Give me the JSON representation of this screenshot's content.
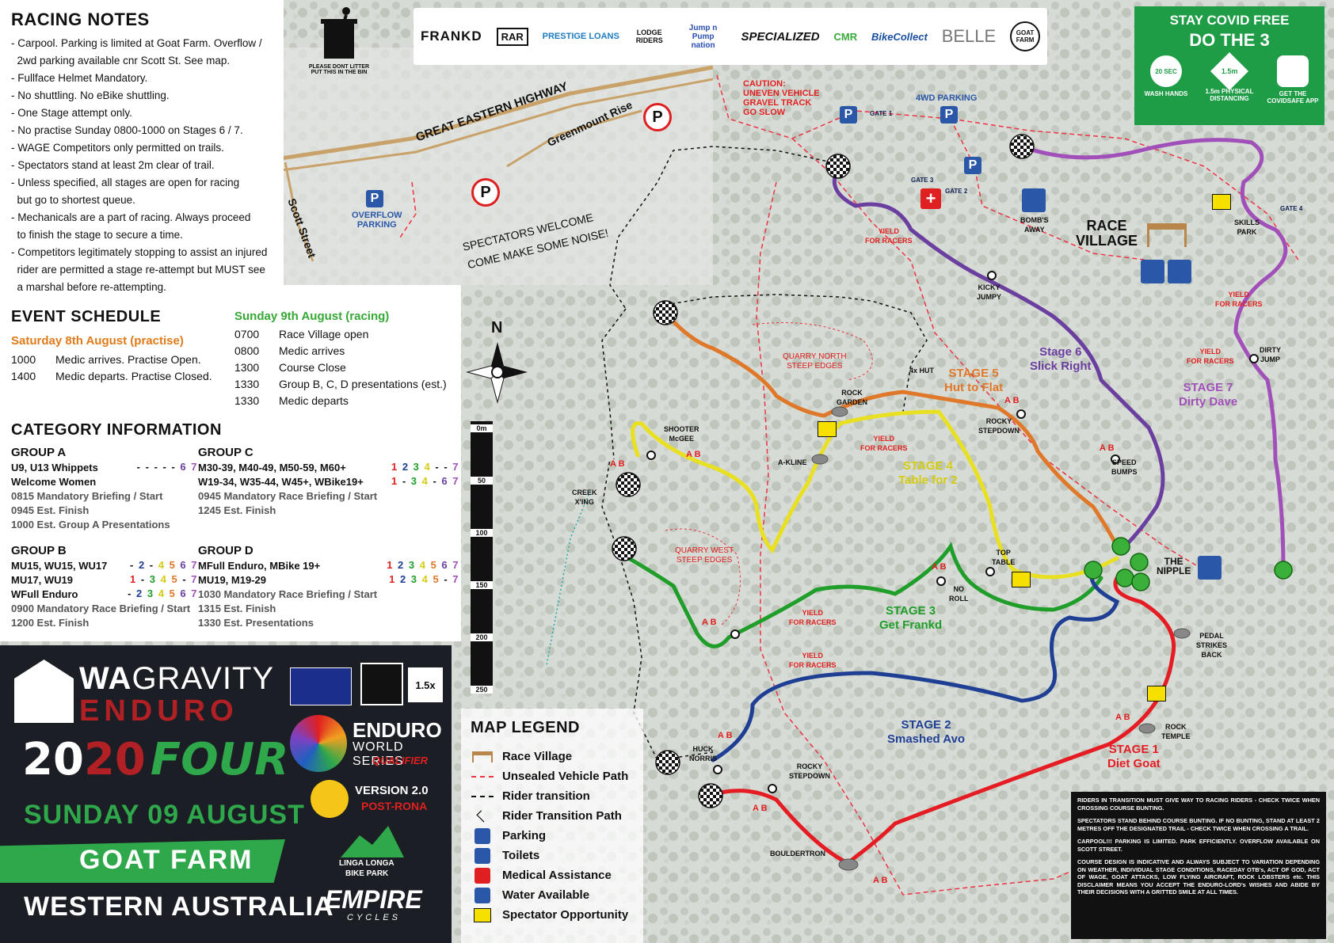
{
  "racing_notes": {
    "title": "RACING NOTES",
    "items": [
      "- Carpool. Parking is limited at Goat Farm. Overflow /",
      "  2wd parking available cnr Scott St. See map.",
      "- Fullface Helmet Mandatory.",
      "- No shuttling. No eBike shuttling.",
      "- One Stage attempt only.",
      "- No practise Sunday 0800-1000 on Stages 6 / 7.",
      "- WAGE Competitors only permitted on trails.",
      "- Spectators stand at least 2m clear of trail.",
      "- Unless specified, all stages are open for racing",
      "  but go to shortest queue.",
      "- Mechanicals are a part of racing. Always proceed",
      "  to finish the stage to secure a time.",
      "- Competitors legitimately stopping to assist an injured",
      "  rider are permitted a stage re-attempt but MUST see",
      "  a marshal before re-attempting."
    ]
  },
  "litter": {
    "line1": "PLEASE DONT LITTER",
    "line2": "PUT THIS IN THE BIN"
  },
  "sponsors": [
    "FRANKD",
    "RAR",
    "PRESTIGE LOANS",
    "LODGE RIDERS",
    "Jump n Pump nation",
    "SPECIALIZED",
    "CMR",
    "BikeCollect",
    "BELLE",
    "GOAT FARM"
  ],
  "covid": {
    "line1": "STAY COVID FREE",
    "line2": "DO THE 3",
    "items": [
      {
        "icon": "hand-wash-icon",
        "label": "WASH HANDS",
        "badge": "20 SEC"
      },
      {
        "icon": "distance-icon",
        "label": "1.5m PHYSICAL DISTANCING",
        "badge": "1.5m"
      },
      {
        "icon": "australia-app-icon",
        "label": "GET THE COVIDSAFE APP",
        "badge": ""
      }
    ],
    "color": "#1e9c46"
  },
  "schedule": {
    "title": "EVENT SCHEDULE",
    "saturday": {
      "heading": "Saturday 8th August (practise)",
      "rows": [
        {
          "time": "1000",
          "text": "Medic arrives. Practise Open."
        },
        {
          "time": "1400",
          "text": "Medic departs. Practise Closed."
        }
      ],
      "color": "#e07b1a"
    },
    "sunday": {
      "heading": "Sunday 9th August (racing)",
      "rows": [
        {
          "time": "0700",
          "text": "Race Village open"
        },
        {
          "time": "0800",
          "text": "Medic arrives"
        },
        {
          "time": "1300",
          "text": "Course Close"
        },
        {
          "time": "1330",
          "text": "Group B, C, D presentations (est.)"
        },
        {
          "time": "1330",
          "text": "Medic departs"
        }
      ],
      "color": "#36a836"
    }
  },
  "categories": {
    "title": "CATEGORY INFORMATION",
    "groups": [
      {
        "name": "GROUP A",
        "lines": [
          {
            "text": "U9, U13 Whippets",
            "digits": "- - - - - 6 7"
          },
          {
            "text": "Welcome Women",
            "digits": ""
          }
        ],
        "times": [
          "0815  Mandatory Briefing / Start",
          "0945  Est. Finish",
          "1000  Est. Group A Presentations"
        ]
      },
      {
        "name": "GROUP C",
        "lines": [
          {
            "text": "M30-39, M40-49, M50-59, M60+",
            "digits": "1 2 3 4 - - 7"
          },
          {
            "text": "W19-34, W35-44, W45+, WBike19+",
            "digits": "1 - 3 4 - 6 7"
          }
        ],
        "times": [
          "0945  Mandatory Race Briefing / Start",
          "1245  Est. Finish"
        ]
      },
      {
        "name": "GROUP B",
        "lines": [
          {
            "text": "MU15, WU15, WU17",
            "digits": "- 2 - 4 5 6 7"
          },
          {
            "text": "MU17, WU19",
            "digits": "1 - 3 4 5 - 7"
          },
          {
            "text": "WFull Enduro",
            "digits": "- 2 3 4 5 6 7"
          }
        ],
        "times": [
          "0900  Mandatory Race Briefing / Start",
          "1200  Est. Finish"
        ]
      },
      {
        "name": "GROUP D",
        "lines": [
          {
            "text": "MFull Enduro, MBike 19+",
            "digits": "1 2 3 4 5 6 7"
          },
          {
            "text": "MU19, M19-29",
            "digits": "1 2 3 4 5 - 7"
          }
        ],
        "times": [
          "1030  Mandatory Race Briefing / Start",
          "1315  Est. Finish",
          "1330  Est. Presentations"
        ]
      }
    ]
  },
  "poster": {
    "wa": "WA",
    "gravity": "GRAVITY",
    "enduro": "ENDURO",
    "year_a": "20",
    "year_b": "20",
    "four": "FOUR",
    "date": "SUNDAY 09 AUGUST",
    "venue": "GOAT FARM",
    "state": "WESTERN AUSTRALIA",
    "ews1": "ENDURO",
    "ews2": "WORLD SERIES",
    "ews3": "QUALIFIER",
    "version": "VERSION 2.0",
    "postrona": "POST-RONA",
    "linga1": "LINGA LONGA",
    "linga2": "BIKE PARK",
    "empire1": "EMPIRE",
    "empire2": "CYCLES",
    "badge": "1.5x"
  },
  "map_legend": {
    "title": "MAP LEGEND",
    "items": [
      {
        "icon": "race-village-icon",
        "label": "Race Village"
      },
      {
        "icon": "vehicle-path-icon",
        "label": "Unsealed Vehicle Path"
      },
      {
        "icon": "rider-transition-icon",
        "label": "Rider transition"
      },
      {
        "icon": "arrow-icon",
        "label": "Rider Transition Path"
      },
      {
        "icon": "parking-icon",
        "label": "Parking"
      },
      {
        "icon": "toilets-icon",
        "label": "Toilets"
      },
      {
        "icon": "medical-icon",
        "label": "Medical Assistance"
      },
      {
        "icon": "water-icon",
        "label": "Water Available"
      },
      {
        "icon": "camera-icon",
        "label": "Spectator Opportunity"
      }
    ]
  },
  "scale_bar": {
    "ticks": [
      "0m",
      "50",
      "100",
      "150",
      "200",
      "250"
    ]
  },
  "disclaimer": [
    "RIDERS IN TRANSITION MUST GIVE WAY TO RACING RIDERS - CHECK TWICE WHEN CROSSING COURSE BUNTING.",
    "SPECTATORS STAND BEHIND COURSE BUNTING. IF NO BUNTING, STAND AT LEAST 2 METRES OFF THE DESIGNATED TRAIL - CHECK TWICE WHEN CROSSING A TRAIL.",
    "CARPOOL!!! PARKING IS LIMITED. PARK EFFICIENTLY. OVERFLOW AVAILABLE ON SCOTT STREET.",
    "COURSE DESIGN IS INDICATIVE AND ALWAYS SUBJECT TO VARIATION DEPENDING ON WEATHER, INDIVIDUAL STAGE CONDITIONS, RACEDAY OTB's, ACT OF GOD, ACT OF WAGE, GOAT ATTACKS, LOW FLYING AIRCRAFT, ROCK LOBSTERS etc. THIS DISCLAIMER MEANS YOU ACCEPT THE ENDURO-LORD's WISHES AND ABIDE BY THEIR DECISIONS WITH A GRITTED SMILE AT ALL TIMES."
  ],
  "roads": {
    "highway": "GREAT EASTERN HIGHWAY",
    "greenmount": "Greenmount Rise",
    "scott": "Scott Street"
  },
  "spectators": {
    "line1": "SPECTATORS WELCOME",
    "line2": "COME MAKE SOME NOISE!"
  },
  "labels": {
    "caution": "CAUTION:\nUNEVEN VEHICLE\nGRAVEL TRACK\nGO SLOW",
    "overflow": "OVERFLOW\nPARKING",
    "parking4wd": "4WD PARKING",
    "gate1": "GATE 1",
    "gate2": "GATE 2",
    "gate3": "GATE 3",
    "gate4": "GATE 4",
    "bombs": "BOMB'S\nAWAY",
    "race_village": "RACE\nVILLAGE",
    "skills": "SKILLS\nPARK",
    "kicky": "KICKY\nJUMPY",
    "quarry_north": "QUARRY NORTH\nSTEEP EDGES",
    "quarry_west": "QUARRY WEST\nSTEEP EDGES",
    "rock_garden": "ROCK\nGARDEN",
    "hut": "4x HUT",
    "rocky_stepdown": "ROCKY\nSTEPDOWN",
    "rocky_stepdown2": "ROCKY\nSTEPDOWN",
    "shooter": "SHOOTER\nMcGEE",
    "akline": "A-KLINE",
    "creek": "CREEK\nX'ING",
    "speed_bumps": "SPEED\nBUMPS",
    "dirty_jump": "DIRTY\nJUMP",
    "top_table": "TOP\nTABLE",
    "no_roll": "NO\nROLL",
    "the_nipple": "THE\nNIPPLE",
    "pedal_strikes": "PEDAL\nSTRIKES\nBACK",
    "rock_temple": "ROCK\nTEMPLE",
    "huck_norris": "HUCK\nNORRIS",
    "bouldertron": "BOULDERTRON",
    "yield": "YIELD\nFOR RACERS"
  },
  "stages": [
    {
      "number": "STAGE 1",
      "name": "Diet Goat",
      "color": "#e51c23"
    },
    {
      "number": "STAGE 2",
      "name": "Smashed Avo",
      "color": "#1f3f94"
    },
    {
      "number": "STAGE 3",
      "name": "Get Frankd",
      "color": "#1f9e2a"
    },
    {
      "number": "STAGE 4",
      "name": "Table for 2",
      "color": "#e8e020"
    },
    {
      "number": "STAGE 5",
      "name": "Hut to Flat",
      "color": "#e0782a"
    },
    {
      "number": "Stage 6",
      "name": "Slick Right",
      "color": "#6a3fa0"
    },
    {
      "number": "STAGE 7",
      "name": "Dirty Dave",
      "color": "#a050b8"
    }
  ],
  "ab": "A B",
  "north": "N"
}
